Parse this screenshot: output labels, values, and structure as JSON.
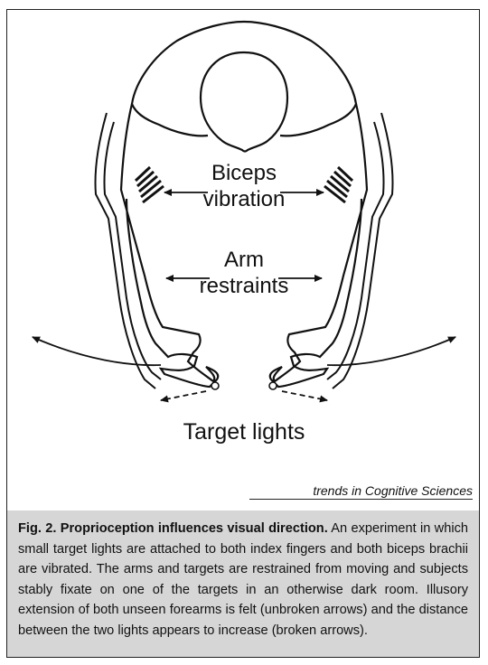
{
  "labels": {
    "biceps": [
      "Biceps",
      "vibration"
    ],
    "restraints": [
      "Arm",
      "restraints"
    ],
    "target": "Target lights"
  },
  "source": "trends in Cognitive Sciences",
  "caption": {
    "title": "Fig. 2. Proprioception influences visual direction.",
    "body": "An experiment in which small target lights are attached to both index fingers and both biceps brachii are vibrated. The arms and targets are restrained from moving and subjects stably fixate on one of the targets in an otherwise dark room. Illusory extension of both unseen forearms is felt (unbroken arrows) and the distance between the two lights appears to increase (broken arrows)."
  },
  "colors": {
    "caption_background": "#d6d6d6",
    "ink": "#111111"
  }
}
